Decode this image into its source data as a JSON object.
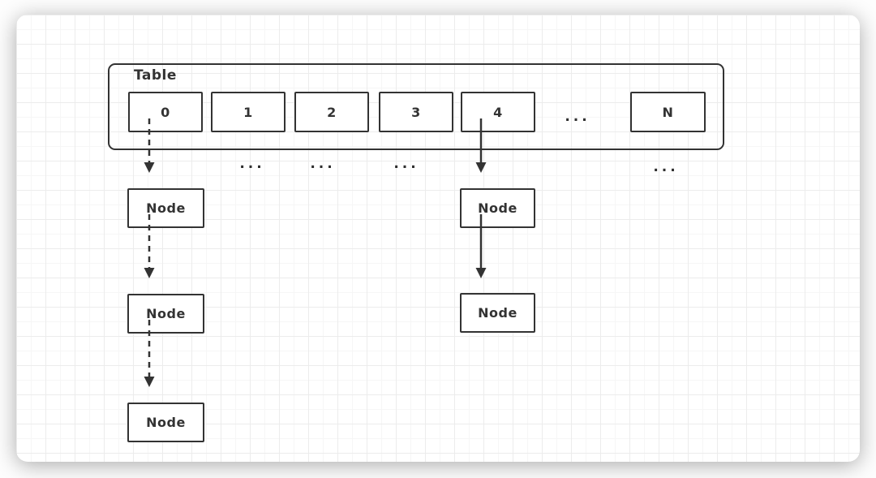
{
  "colors": {
    "stroke": "#333333",
    "text": "#333333",
    "card_background": "#ffffff",
    "grid_major": "#ececec",
    "grid_minor": "#f6f6f6"
  },
  "table": {
    "label": "Table",
    "cells": [
      "0",
      "1",
      "2",
      "3",
      "4"
    ],
    "gap_ellipsis": "...",
    "last_cell": "N"
  },
  "below_table_ellipses": [
    "...",
    "...",
    "...",
    "..."
  ],
  "chains": {
    "bucket0": {
      "source_cell": "0",
      "link_style": "dashed",
      "nodes": [
        "Node",
        "Node",
        "Node"
      ]
    },
    "bucket4": {
      "source_cell": "4",
      "link_style": "solid",
      "nodes": [
        "Node",
        "Node"
      ]
    }
  }
}
